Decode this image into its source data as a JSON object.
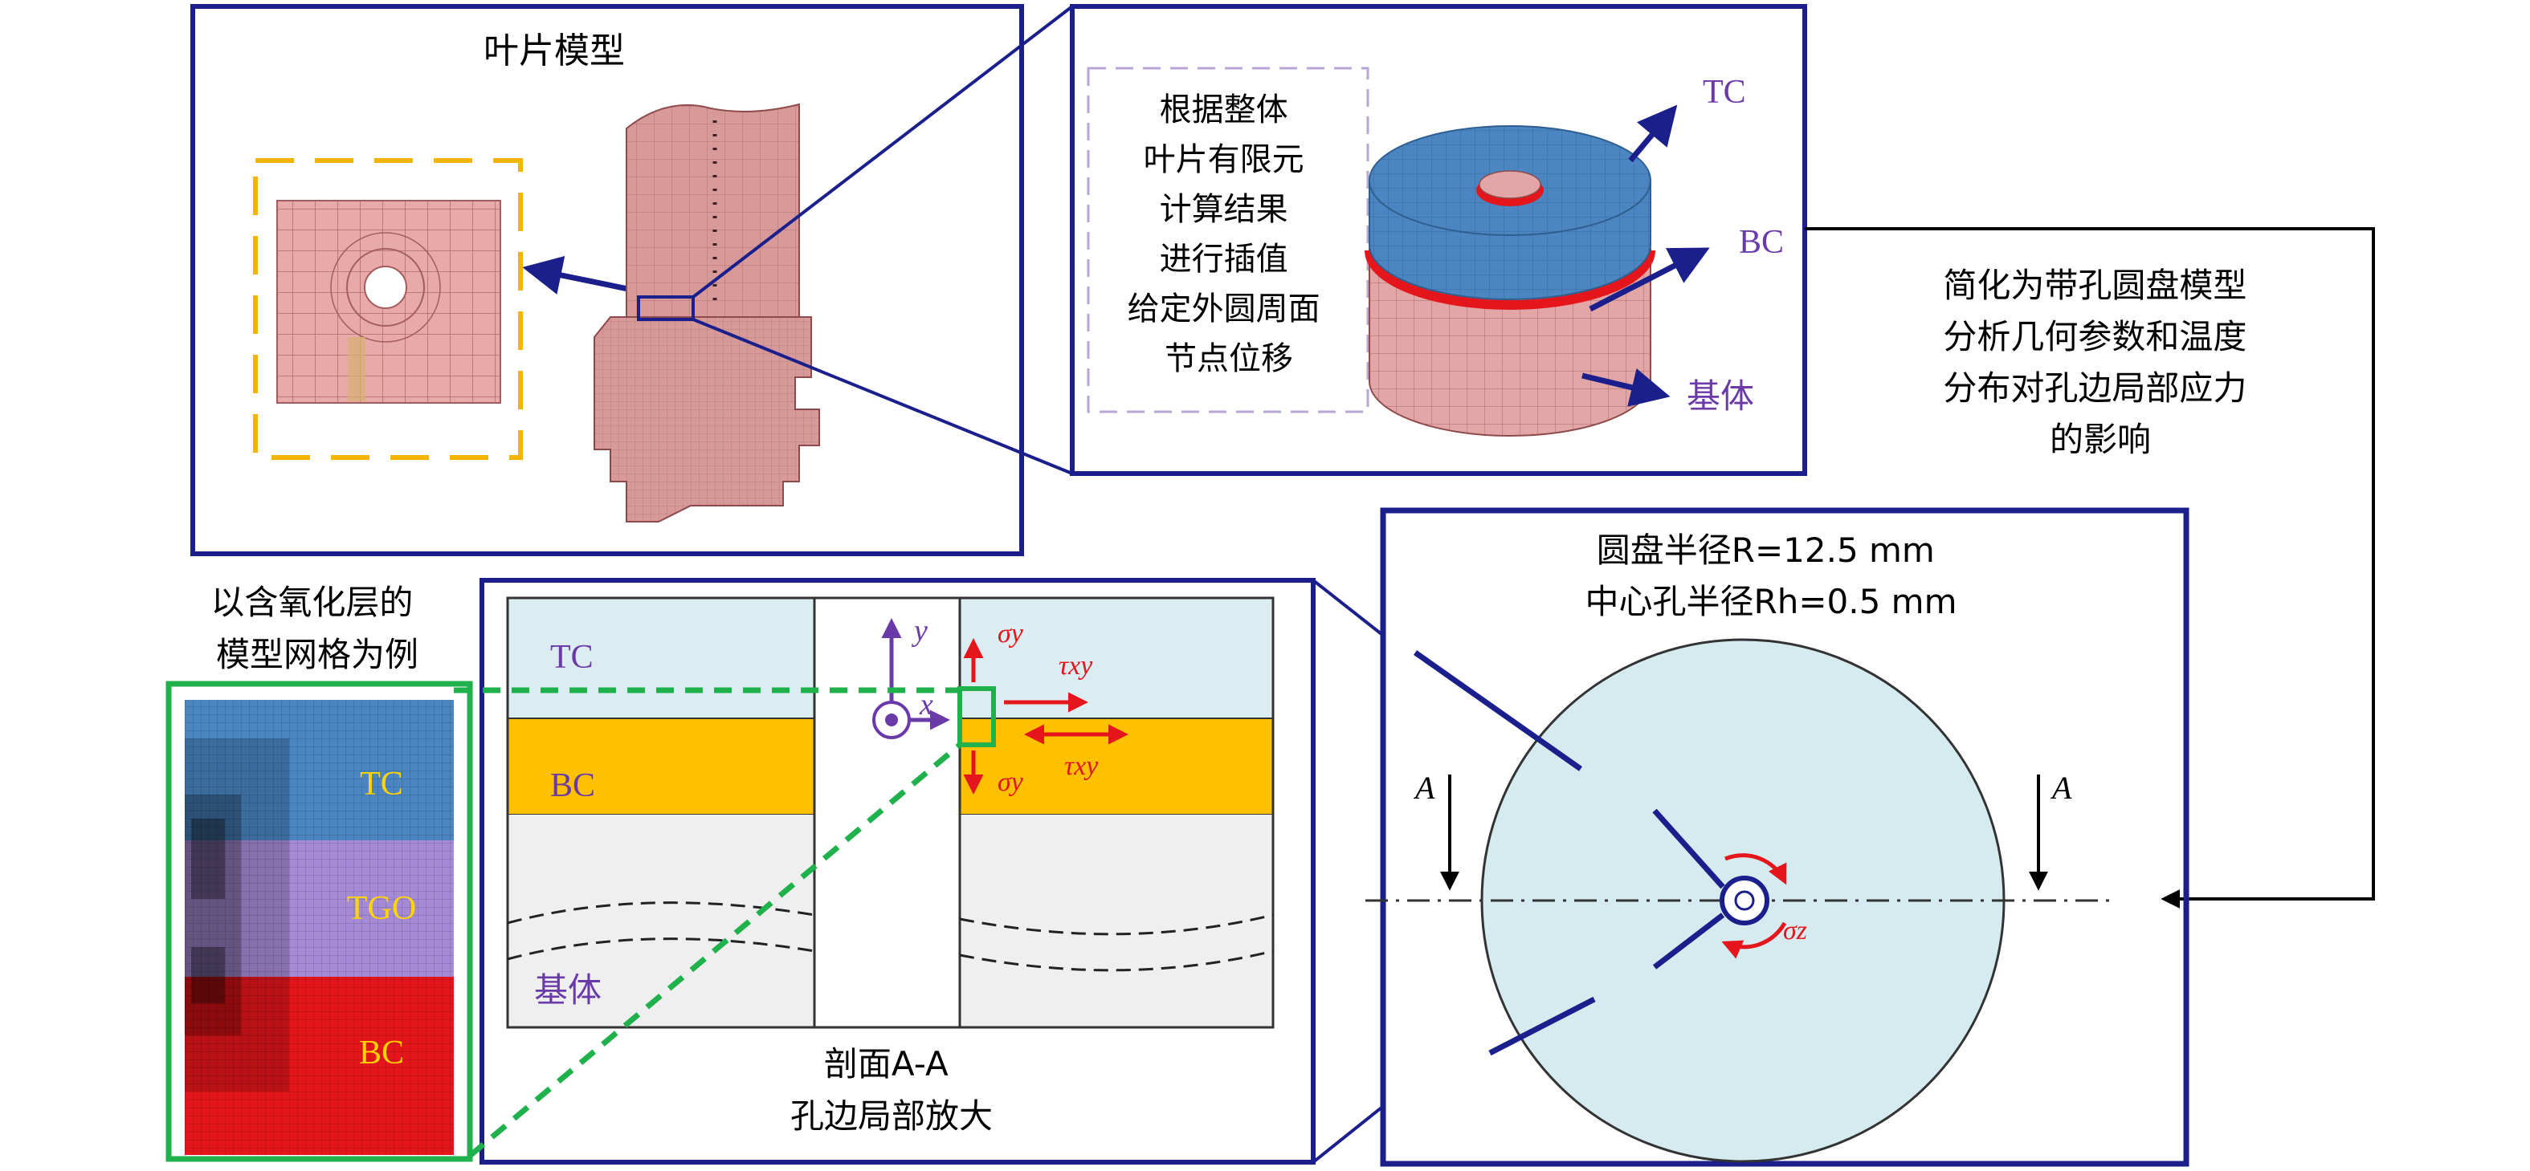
{
  "panel_blade": {
    "title": "叶片模型"
  },
  "panel_cylinder": {
    "note_lines": [
      "根据整体",
      "叶片有限元",
      "计算结果",
      "进行插值",
      "给定外圆周面",
      "节点位移"
    ],
    "label_tc": "TC",
    "label_bc": "BC",
    "label_substrate": "基体"
  },
  "simplify_note": {
    "lines": [
      "简化为带孔圆盘模型",
      "分析几何参数和温度",
      "分布对孔边局部应力",
      "的影响"
    ]
  },
  "mesh_example": {
    "caption_lines": [
      "以含氧化层的",
      "模型网格为例"
    ],
    "label_tc": "TC",
    "label_tgo": "TGO",
    "label_bc": "BC"
  },
  "section_view": {
    "label_tc": "TC",
    "label_bc": "BC",
    "label_substrate": "基体",
    "axis_x": "x",
    "axis_y": "y",
    "sigma_y_top": "σy",
    "sigma_y_bottom": "σy",
    "tau_xy_top": "τxy",
    "tau_xy_bottom": "τxy",
    "caption_line1": "剖面A-A",
    "caption_line2": "孔边局部放大"
  },
  "disk_panel": {
    "radius_line": "圆盘半径R=12.5 mm",
    "hole_line": "中心孔半径Rh=0.5 mm",
    "section_mark_left": "A",
    "section_mark_right": "A",
    "sigma_z": "σz"
  },
  "colors": {
    "frame_blue": "#1a1f8c",
    "dashed_orange": "#f5b400",
    "green": "#1fb14b",
    "purple": "#6a3aa8",
    "red": "#e4161b",
    "tc_blue": "#4b86c3",
    "bc_yellow": "#ffc000",
    "tc_light": "#dcedf2",
    "substrate_gray": "#efefef",
    "disk_fill": "#d6ebf0",
    "blade_pink": "#d89a98"
  }
}
